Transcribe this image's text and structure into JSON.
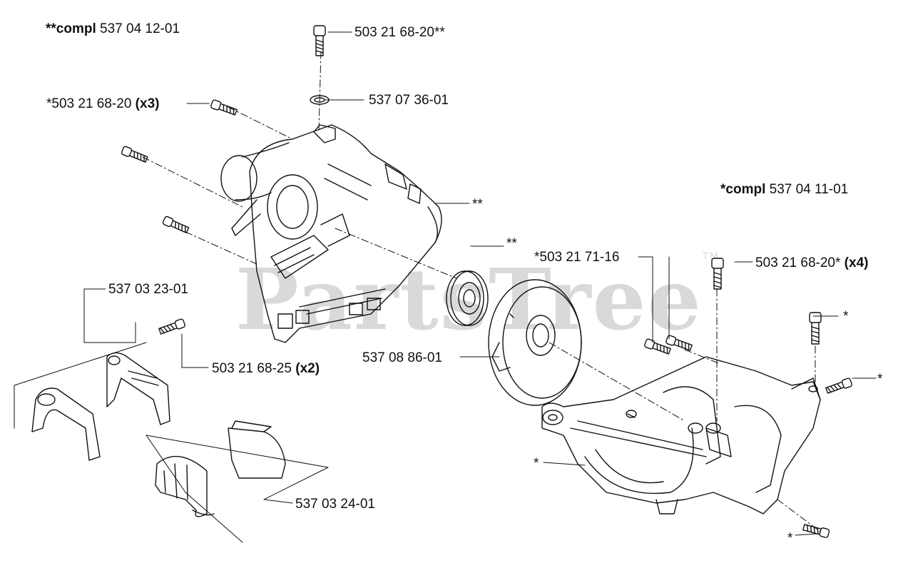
{
  "watermark": {
    "text": "PartsTree",
    "mark": "TM"
  },
  "assemblies": {
    "crankcase": {
      "prefix": "**compl",
      "number": "537 04 12-01"
    },
    "gearcase": {
      "prefix": "*compl",
      "number": "537 04 11-01"
    }
  },
  "parts": {
    "screw_top": {
      "number": "503 21 68-20**",
      "qty": ""
    },
    "washer": {
      "number": "537 07 36-01",
      "qty": ""
    },
    "screws_left": {
      "number": "*503 21 68-20",
      "qty": "(x3)"
    },
    "crankcase_ref": {
      "number": "**",
      "qty": ""
    },
    "bearing_ref": {
      "number": "**",
      "qty": ""
    },
    "clamp_upper": {
      "number": "537 03 23-01",
      "qty": ""
    },
    "clamp_screw": {
      "number": "503 21 68-25",
      "qty": "(x2)"
    },
    "clamp_lower": {
      "number": "537 03 24-01",
      "qty": ""
    },
    "fan_cover": {
      "number": "537 08 86-01",
      "qty": ""
    },
    "screws_71": {
      "number": "*503 21 71-16",
      "qty": ""
    },
    "screws_right": {
      "number": "503 21 68-20*",
      "qty": "(x4)"
    },
    "screw_star_a": {
      "number": "*",
      "qty": ""
    },
    "screw_star_b": {
      "number": "*",
      "qty": ""
    },
    "housing_star": {
      "number": "*",
      "qty": ""
    },
    "screw_star_c": {
      "number": "*",
      "qty": ""
    }
  },
  "colors": {
    "line": "#111111",
    "watermark": "#d9d9d9",
    "background": "#ffffff"
  }
}
